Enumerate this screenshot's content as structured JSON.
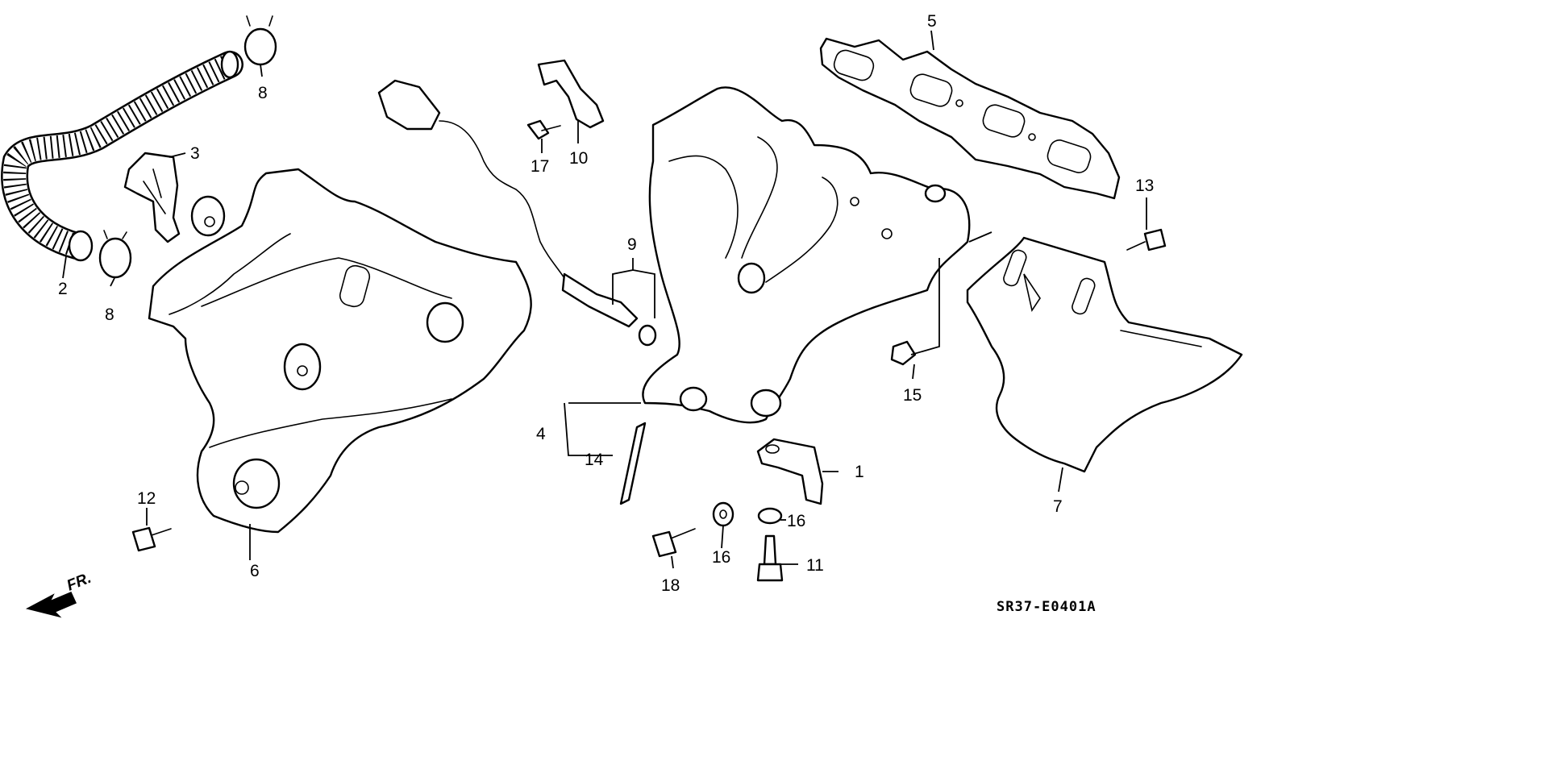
{
  "diagram": {
    "callouts": [
      "1",
      "2",
      "3",
      "4",
      "5",
      "6",
      "7",
      "8",
      "8",
      "9",
      "10",
      "11",
      "12",
      "13",
      "14",
      "15",
      "16",
      "16",
      "17",
      "18"
    ],
    "code": "SR37-E0401A",
    "front_marker": "FR."
  },
  "icons": {
    "front_arrow": "arrow-front-icon"
  }
}
